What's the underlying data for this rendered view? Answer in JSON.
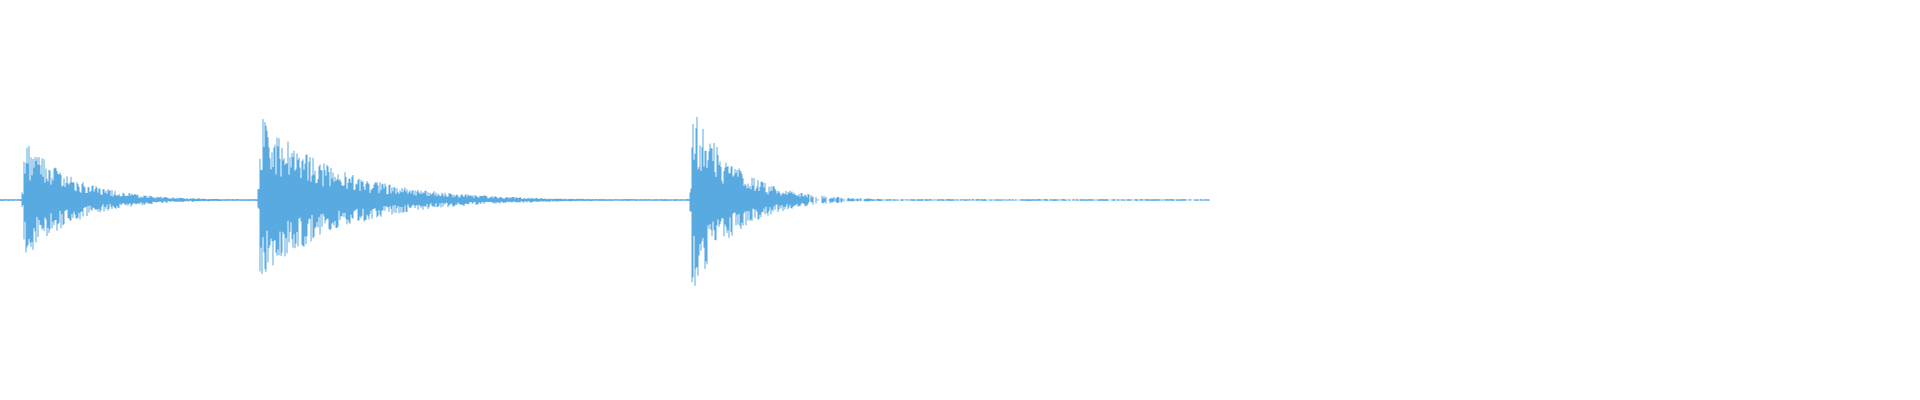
{
  "waveform": {
    "color": "#5aaae2",
    "background": "#ffffff",
    "duration_fraction_with_audio": 0.63,
    "onsets": [
      {
        "name": "hit-1",
        "time_fraction": 0.012,
        "peak_up": 0.63,
        "peak_down": 0.64,
        "decay": 0.025
      },
      {
        "name": "hit-2",
        "time_fraction": 0.135,
        "peak_up": 0.85,
        "peak_down": 0.84,
        "decay": 0.04
      },
      {
        "name": "hit-3",
        "time_fraction": 0.36,
        "peak_up": 0.98,
        "peak_down": 0.98,
        "decay": 0.022
      }
    ]
  }
}
